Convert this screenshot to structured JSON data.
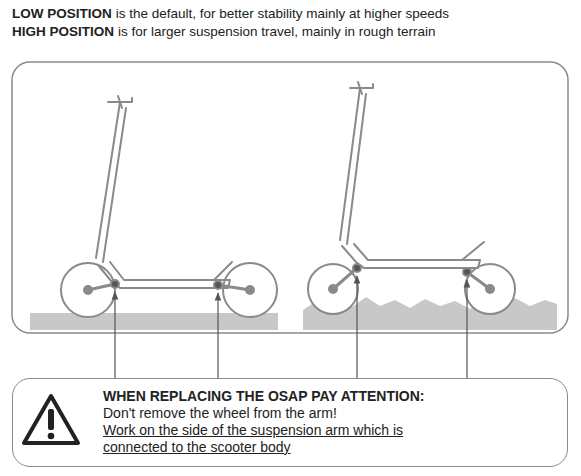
{
  "diagram": {
    "nodes": [
      {
        "text": [
          "WHEN REPLACING THE OSAP PAY ATTENTION:",
          "Don't remove the wheel from the arm!",
          "Work on the side of the suspension arm which is connected to the scooter body"
        ]
      }
    ],
    "labels": [
      "LOW POSITION",
      "is the default, for better stability mainly at higher speeds",
      "HIGH POSITION",
      "is for larger suspension travel, mainly in rough terrain"
    ]
  }
}
